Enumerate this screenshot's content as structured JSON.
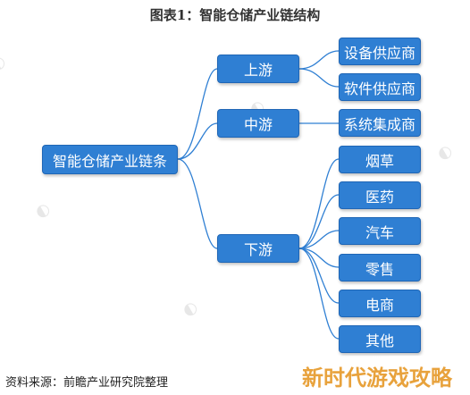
{
  "title": "图表1：智能仓储产业链结构",
  "root": "智能仓储产业链条",
  "stages": {
    "upstream": "上游",
    "midstream": "中游",
    "downstream": "下游"
  },
  "leaves": {
    "equipment_supplier": "设备供应商",
    "software_supplier": "软件供应商",
    "system_integrator": "系统集成商",
    "tobacco": "烟草",
    "medicine": "医药",
    "automobile": "汽车",
    "retail": "零售",
    "ecommerce": "电商",
    "other": "其他"
  },
  "footer": {
    "source": "资料来源：前瞻产业研究院整理",
    "overlay": "新时代游戏攻略"
  },
  "colors": {
    "node_fill": "#2f7fd3",
    "connector": "#2f7fd3"
  }
}
